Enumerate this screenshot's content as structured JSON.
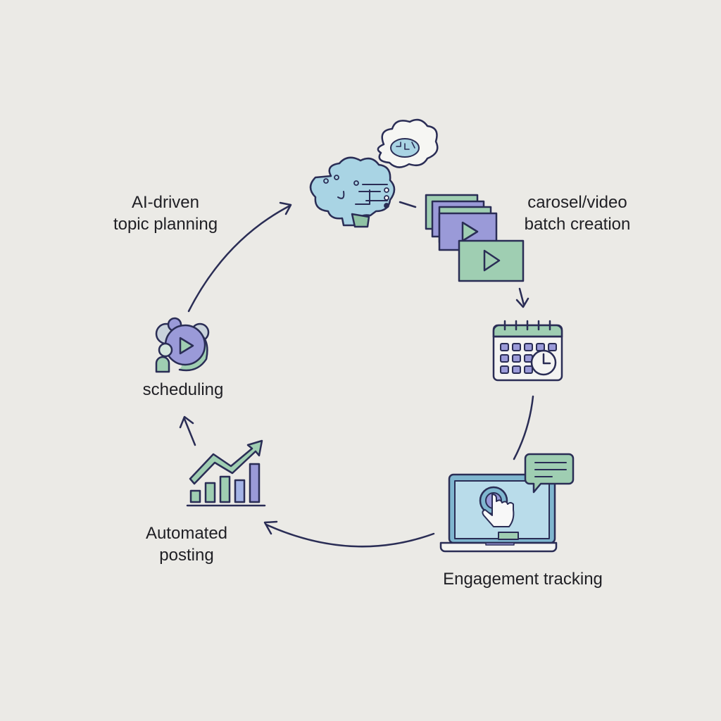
{
  "title": "Content automation cycle",
  "steps": [
    {
      "label_line1": "AI-driven",
      "label_line2": "topic planning",
      "icon": "brain-circuit-icon"
    },
    {
      "label_line1": "carosel/video",
      "label_line2": "batch creation",
      "icon": "video-stack-icon"
    },
    {
      "label_line1": "Engagement tracking",
      "icon": "laptop-tap-icon"
    },
    {
      "label_line1": "Automated",
      "label_line2": "posting",
      "icon": "growth-chart-icon"
    },
    {
      "label_line1": "scheduling",
      "icon": "video-people-icon"
    }
  ],
  "extra_icons": [
    "calendar-clock-icon",
    "thought-bubble-icon",
    "chat-bubble-icon"
  ],
  "colors": {
    "stroke": "#2a2d55",
    "green": "#9fceb2",
    "purple": "#9a9ad8",
    "blue": "#a9d4e4",
    "bg": "#ebeae6"
  }
}
